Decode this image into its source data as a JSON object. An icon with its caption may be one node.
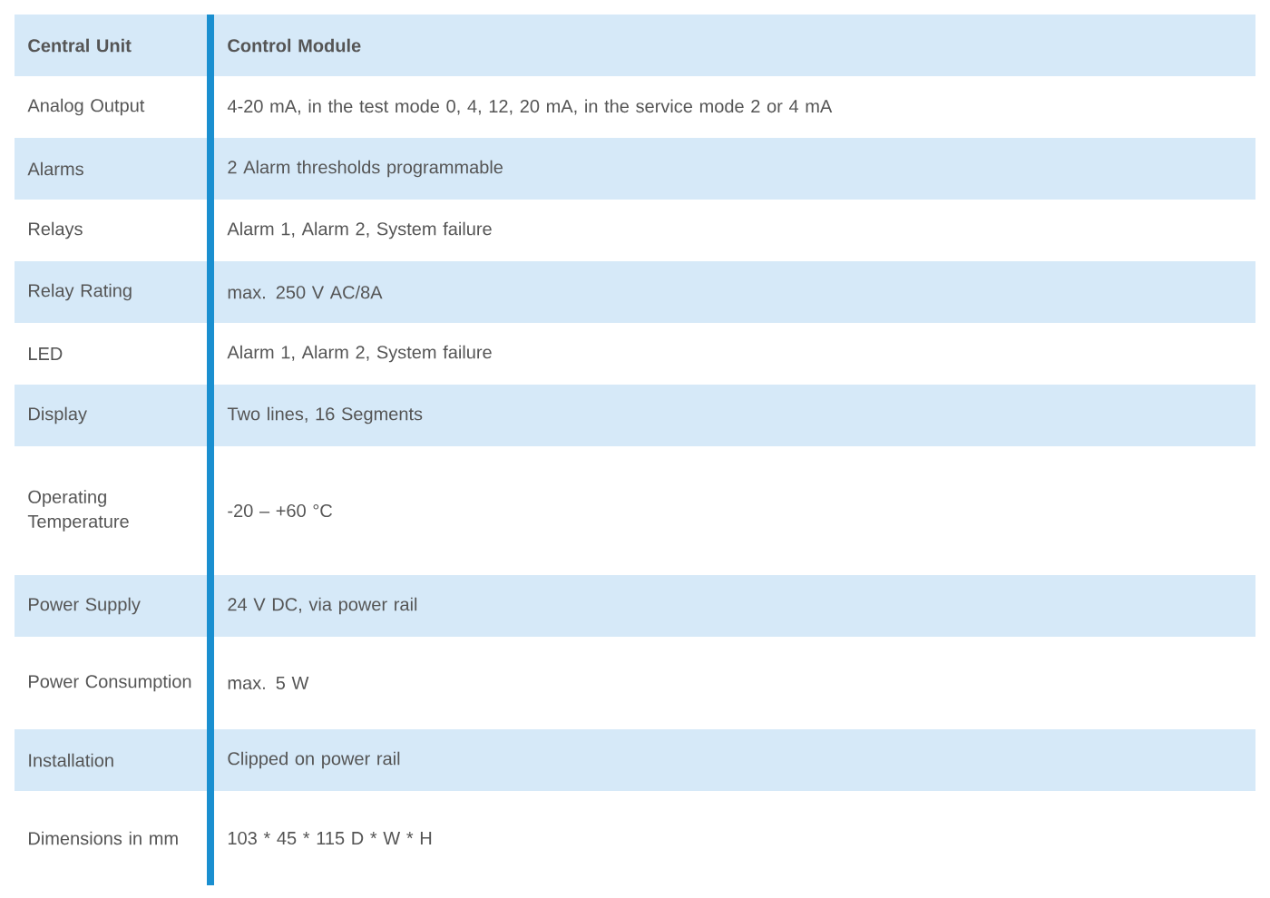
{
  "diagram": {
    "labels": [
      "Central Unit",
      "Control Module",
      "Analog Output",
      "4-20 mA, in the test mode 0, 4, 12, 20 mA, in the service mode 2 or 4 mA",
      "Alarms",
      "2 Alarm thresholds programmable",
      "Relays",
      "Alarm 1, Alarm 2, System failure",
      "Relay Rating",
      "max. 250 V AC/8A",
      "LED",
      "Alarm 1, Alarm 2, System failure",
      "Display",
      "Two lines, 16 Segments",
      "Operating Temperature",
      "-20 – +60 °C",
      "Power Supply",
      "24 V DC, via power rail",
      "Power Consumption",
      "max. 5 W",
      "Installation",
      "Clipped on power rail",
      "Dimensions in mm",
      "103 * 45 * 115 D * W * H"
    ]
  }
}
